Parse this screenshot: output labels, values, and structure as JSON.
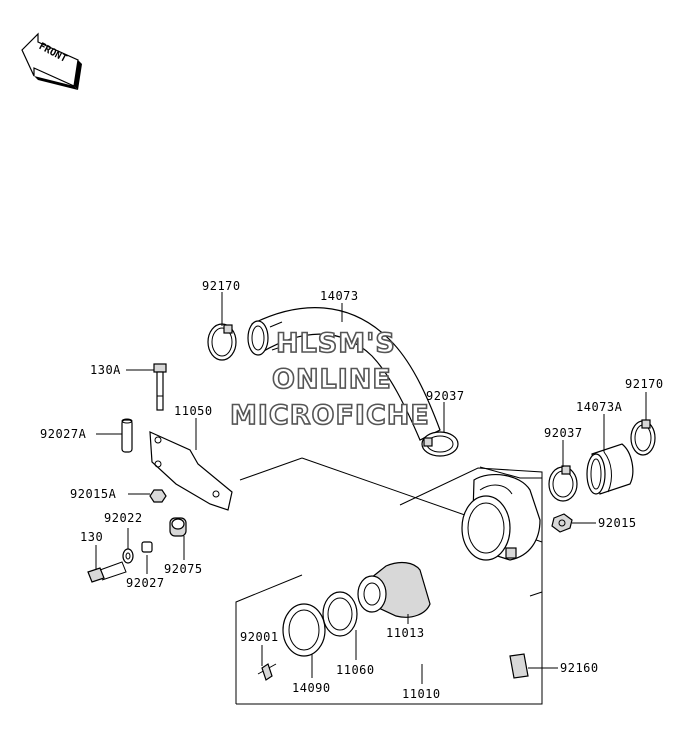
{
  "front_badge": "FRONT",
  "watermark": {
    "line1": "HLSM'S",
    "line2": "ONLINE",
    "line3": "MICROFICHE"
  },
  "parts": {
    "p92170a": "92170",
    "p14073": "14073",
    "p130A": "130A",
    "p11050": "11050",
    "p92037a": "92037",
    "p92170b": "92170",
    "p14073A": "14073A",
    "p92037b": "92037",
    "p92027A": "92027A",
    "p92015A": "92015A",
    "p92022": "92022",
    "p130": "130",
    "p92027": "92027",
    "p92075": "92075",
    "p92015": "92015",
    "p11013": "11013",
    "p92001": "92001",
    "p11060": "11060",
    "p14090": "14090",
    "p11010": "11010",
    "p92160": "92160"
  }
}
